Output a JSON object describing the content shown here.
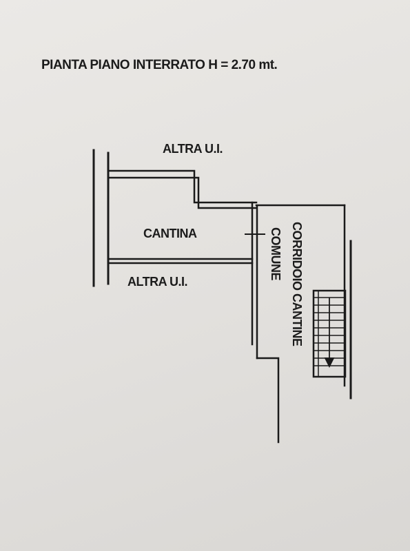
{
  "title": "PIANTA PIANO INTERRATO H = 2.70 mt.",
  "rooms": {
    "altra_top": "ALTRA U.I.",
    "cantina": "CANTINA",
    "altra_bottom": "ALTRA U.I.",
    "corridoio": "CORRIDOIO CANTINE",
    "comune": "COMUNE"
  }
}
